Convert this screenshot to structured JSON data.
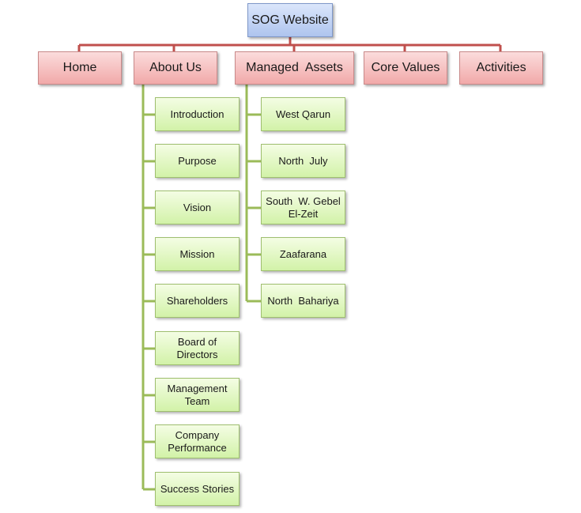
{
  "root": {
    "label": "SOG Website"
  },
  "sections": [
    {
      "id": "home",
      "label": "Home"
    },
    {
      "id": "about",
      "label": "About Us"
    },
    {
      "id": "assets",
      "label": "Managed  Assets"
    },
    {
      "id": "values",
      "label": "Core Values"
    },
    {
      "id": "activities",
      "label": "Activities"
    }
  ],
  "about_us_items": [
    {
      "label": "Introduction"
    },
    {
      "label": "Purpose"
    },
    {
      "label": "Vision"
    },
    {
      "label": "Mission"
    },
    {
      "label": "Shareholders"
    },
    {
      "label": "Board of\nDirectors"
    },
    {
      "label": "Management\nTeam"
    },
    {
      "label": "Company\nPerformance"
    },
    {
      "label": "Success Stories"
    }
  ],
  "managed_assets_items": [
    {
      "label": "West Qarun"
    },
    {
      "label": "North  July"
    },
    {
      "label": "South  W. Gebel\nEl-Zeit"
    },
    {
      "label": "Zaafarana"
    },
    {
      "label": "North  Bahariya"
    }
  ],
  "colors": {
    "root_fill": "#aec4ee",
    "section_fill": "#f1a9a9",
    "leaf_fill": "#d2f2a8",
    "section_connector": "#c0504d",
    "leaf_connector": "#9bbb59"
  }
}
